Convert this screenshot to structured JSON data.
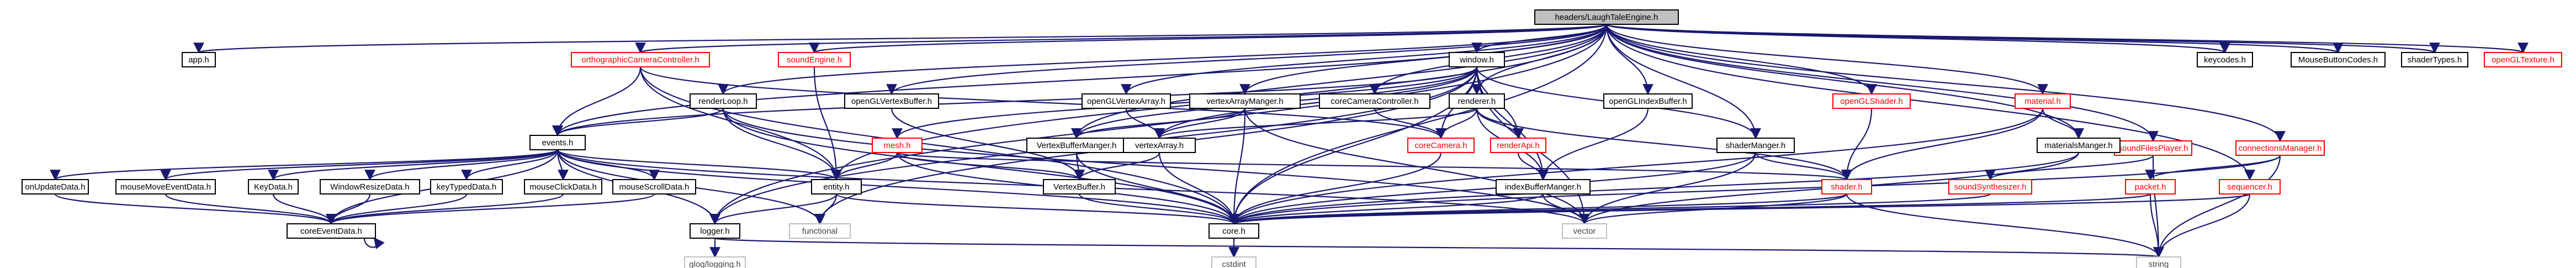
{
  "graph": {
    "root": "headers/LaughTaleEngine.h",
    "nodes": [
      {
        "id": "root",
        "label": "headers/LaughTaleEngine.h",
        "kind": "root"
      },
      {
        "id": "app",
        "label": "app.h",
        "kind": "normal"
      },
      {
        "id": "orthoCam",
        "label": "orthographicCameraController.h",
        "kind": "missing"
      },
      {
        "id": "soundEngine",
        "label": "soundEngine.h",
        "kind": "missing"
      },
      {
        "id": "window",
        "label": "window.h",
        "kind": "normal"
      },
      {
        "id": "keycodes",
        "label": "keycodes.h",
        "kind": "normal"
      },
      {
        "id": "mouseCodes",
        "label": "MouseButtonCodes.h",
        "kind": "normal"
      },
      {
        "id": "shaderTypes",
        "label": "shaderTypes.h",
        "kind": "normal"
      },
      {
        "id": "openGLTexture",
        "label": "openGLTexture.h",
        "kind": "missing"
      },
      {
        "id": "renderLoop",
        "label": "renderLoop.h",
        "kind": "normal"
      },
      {
        "id": "glVertexBuffer",
        "label": "openGLVertexBuffer.h",
        "kind": "normal"
      },
      {
        "id": "glVertexArray",
        "label": "openGLVertexArray.h",
        "kind": "normal"
      },
      {
        "id": "vertexArrayManager",
        "label": "vertexArrayManger.h",
        "kind": "normal"
      },
      {
        "id": "coreCamCtrl",
        "label": "coreCameraController.h",
        "kind": "normal"
      },
      {
        "id": "renderer",
        "label": "renderer.h",
        "kind": "normal"
      },
      {
        "id": "glIndexBuffer",
        "label": "openGLIndexBuffer.h",
        "kind": "normal"
      },
      {
        "id": "glShader",
        "label": "openGLShader.h",
        "kind": "missing"
      },
      {
        "id": "material",
        "label": "material.h",
        "kind": "missing"
      },
      {
        "id": "soundFilesPlayer",
        "label": "soundFilesPlayer.h",
        "kind": "missing"
      },
      {
        "id": "connectionsManager",
        "label": "connectionsManager.h",
        "kind": "missing"
      },
      {
        "id": "events",
        "label": "events.h",
        "kind": "normal"
      },
      {
        "id": "mesh",
        "label": "mesh.h",
        "kind": "missing"
      },
      {
        "id": "vbManager",
        "label": "VertexBufferManger.h",
        "kind": "normal"
      },
      {
        "id": "vertexArray",
        "label": "vertexArray.h",
        "kind": "normal"
      },
      {
        "id": "coreCamera",
        "label": "coreCamera.h",
        "kind": "missing"
      },
      {
        "id": "renderApi",
        "label": "renderApi.h",
        "kind": "missing"
      },
      {
        "id": "shaderManager",
        "label": "shaderManger.h",
        "kind": "normal"
      },
      {
        "id": "materialsManager",
        "label": "materialsManger.h",
        "kind": "normal"
      },
      {
        "id": "onUpdateData",
        "label": "onUpdateData.h",
        "kind": "normal"
      },
      {
        "id": "mouseMoveEventData",
        "label": "mouseMoveEventData.h",
        "kind": "normal"
      },
      {
        "id": "keyData",
        "label": "KeyData.h",
        "kind": "normal"
      },
      {
        "id": "windowResizeData",
        "label": "WindowResizeData.h",
        "kind": "normal"
      },
      {
        "id": "keyTypedData",
        "label": "keyTypedData.h",
        "kind": "normal"
      },
      {
        "id": "mouseClickData",
        "label": "mouseClickData.h",
        "kind": "normal"
      },
      {
        "id": "mouseScrollData",
        "label": "mouseScrollData.h",
        "kind": "normal"
      },
      {
        "id": "entity",
        "label": "entity.h",
        "kind": "normal"
      },
      {
        "id": "vertexBuffer",
        "label": "VertexBuffer.h",
        "kind": "normal"
      },
      {
        "id": "indexBufferManager",
        "label": "indexBufferManger.h",
        "kind": "normal"
      },
      {
        "id": "shader",
        "label": "shader.h",
        "kind": "missing"
      },
      {
        "id": "soundSynthesizer",
        "label": "soundSynthesizer.h",
        "kind": "missing"
      },
      {
        "id": "packet",
        "label": "packet.h",
        "kind": "missing"
      },
      {
        "id": "sequencer",
        "label": "sequencer.h",
        "kind": "missing"
      },
      {
        "id": "coreEventData",
        "label": "coreEventData.h",
        "kind": "normal"
      },
      {
        "id": "logger",
        "label": "logger.h",
        "kind": "normal"
      },
      {
        "id": "functional",
        "label": "functional",
        "kind": "plain"
      },
      {
        "id": "core",
        "label": "core.h",
        "kind": "normal"
      },
      {
        "id": "vector",
        "label": "vector",
        "kind": "plain"
      },
      {
        "id": "glogLogging",
        "label": "glog/logging.h",
        "kind": "plain"
      },
      {
        "id": "cstdint",
        "label": "cstdint",
        "kind": "plain"
      },
      {
        "id": "string",
        "label": "string",
        "kind": "plain"
      }
    ],
    "edges": [
      [
        "root",
        "app"
      ],
      [
        "root",
        "orthoCam"
      ],
      [
        "root",
        "soundEngine"
      ],
      [
        "root",
        "window"
      ],
      [
        "root",
        "keycodes"
      ],
      [
        "root",
        "mouseCodes"
      ],
      [
        "root",
        "shaderTypes"
      ],
      [
        "root",
        "openGLTexture"
      ],
      [
        "root",
        "renderLoop"
      ],
      [
        "root",
        "glVertexBuffer"
      ],
      [
        "root",
        "glVertexArray"
      ],
      [
        "root",
        "vertexArrayManager"
      ],
      [
        "root",
        "coreCamCtrl"
      ],
      [
        "root",
        "renderer"
      ],
      [
        "root",
        "glIndexBuffer"
      ],
      [
        "root",
        "glShader"
      ],
      [
        "root",
        "material"
      ],
      [
        "root",
        "soundFilesPlayer"
      ],
      [
        "root",
        "connectionsManager"
      ],
      [
        "root",
        "events"
      ],
      [
        "root",
        "shaderManager"
      ],
      [
        "root",
        "materialsManager"
      ],
      [
        "root",
        "sequencer"
      ],
      [
        "root",
        "core"
      ],
      [
        "root",
        "logger"
      ],
      [
        "root",
        "entity"
      ],
      [
        "root",
        "vbManager"
      ],
      [
        "orthoCam",
        "events"
      ],
      [
        "orthoCam",
        "coreCamera"
      ],
      [
        "orthoCam",
        "core"
      ],
      [
        "orthoCam",
        "entity"
      ],
      [
        "soundEngine",
        "entity"
      ],
      [
        "window",
        "events"
      ],
      [
        "window",
        "core"
      ],
      [
        "window",
        "vector"
      ],
      [
        "window",
        "vertexArray"
      ],
      [
        "window",
        "mesh"
      ],
      [
        "window",
        "shaderManager"
      ],
      [
        "window",
        "coreCamera"
      ],
      [
        "window",
        "renderApi"
      ],
      [
        "window",
        "indexBufferManager"
      ],
      [
        "window",
        "vbManager"
      ],
      [
        "window",
        "logger"
      ],
      [
        "window",
        "functional"
      ],
      [
        "renderLoop",
        "events"
      ],
      [
        "renderLoop",
        "entity"
      ],
      [
        "renderLoop",
        "core"
      ],
      [
        "renderLoop",
        "vector"
      ],
      [
        "glVertexBuffer",
        "vertexBuffer"
      ],
      [
        "glVertexArray",
        "vertexArray"
      ],
      [
        "vertexArrayManager",
        "vertexArray"
      ],
      [
        "vertexArrayManager",
        "core"
      ],
      [
        "vertexArrayManager",
        "vector"
      ],
      [
        "vertexArrayManager",
        "vbManager"
      ],
      [
        "coreCamCtrl",
        "coreCamera"
      ],
      [
        "renderer",
        "coreCamera"
      ],
      [
        "renderer",
        "renderApi"
      ],
      [
        "renderer",
        "vertexArray"
      ],
      [
        "renderer",
        "shader"
      ],
      [
        "renderer",
        "indexBufferManager"
      ],
      [
        "glIndexBuffer",
        "indexBufferManager"
      ],
      [
        "glShader",
        "shader"
      ],
      [
        "material",
        "shader"
      ],
      [
        "material",
        "materialsManager"
      ],
      [
        "material",
        "core"
      ],
      [
        "soundFilesPlayer",
        "soundSynthesizer"
      ],
      [
        "soundFilesPlayer",
        "string"
      ],
      [
        "connectionsManager",
        "packet"
      ],
      [
        "connectionsManager",
        "core"
      ],
      [
        "connectionsManager",
        "string"
      ],
      [
        "events",
        "onUpdateData"
      ],
      [
        "events",
        "mouseMoveEventData"
      ],
      [
        "events",
        "keyData"
      ],
      [
        "events",
        "windowResizeData"
      ],
      [
        "events",
        "keyTypedData"
      ],
      [
        "events",
        "mouseClickData"
      ],
      [
        "events",
        "mouseScrollData"
      ],
      [
        "events",
        "entity"
      ],
      [
        "events",
        "coreEventData"
      ],
      [
        "events",
        "core"
      ],
      [
        "events",
        "logger"
      ],
      [
        "events",
        "functional"
      ],
      [
        "events",
        "vector"
      ],
      [
        "mesh",
        "entity"
      ],
      [
        "mesh",
        "vertexBuffer"
      ],
      [
        "mesh",
        "shader"
      ],
      [
        "mesh",
        "core"
      ],
      [
        "vbManager",
        "vertexBuffer"
      ],
      [
        "vbManager",
        "core"
      ],
      [
        "vertexArray",
        "vertexBuffer"
      ],
      [
        "vertexArray",
        "core"
      ],
      [
        "coreCamera",
        "core"
      ],
      [
        "renderApi",
        "indexBufferManager"
      ],
      [
        "shaderManager",
        "shader"
      ],
      [
        "shaderManager",
        "core"
      ],
      [
        "shaderManager",
        "vector"
      ],
      [
        "materialsManager",
        "core"
      ],
      [
        "materialsManager",
        "vector"
      ],
      [
        "onUpdateData",
        "coreEventData"
      ],
      [
        "mouseMoveEventData",
        "coreEventData"
      ],
      [
        "keyData",
        "coreEventData"
      ],
      [
        "windowResizeData",
        "coreEventData"
      ],
      [
        "keyTypedData",
        "coreEventData"
      ],
      [
        "mouseClickData",
        "coreEventData"
      ],
      [
        "mouseScrollData",
        "coreEventData"
      ],
      [
        "coreEventData",
        "coreEventData"
      ],
      [
        "entity",
        "functional"
      ],
      [
        "entity",
        "core"
      ],
      [
        "entity",
        "logger"
      ],
      [
        "vertexBuffer",
        "core"
      ],
      [
        "indexBufferManager",
        "core"
      ],
      [
        "indexBufferManager",
        "vector"
      ],
      [
        "shader",
        "core"
      ],
      [
        "shader",
        "string"
      ],
      [
        "shader",
        "vector"
      ],
      [
        "soundSynthesizer",
        "core"
      ],
      [
        "packet",
        "core"
      ],
      [
        "packet",
        "string"
      ],
      [
        "sequencer",
        "core"
      ],
      [
        "sequencer",
        "string"
      ],
      [
        "logger",
        "glogLogging"
      ],
      [
        "logger",
        "string"
      ],
      [
        "core",
        "cstdint"
      ]
    ]
  }
}
